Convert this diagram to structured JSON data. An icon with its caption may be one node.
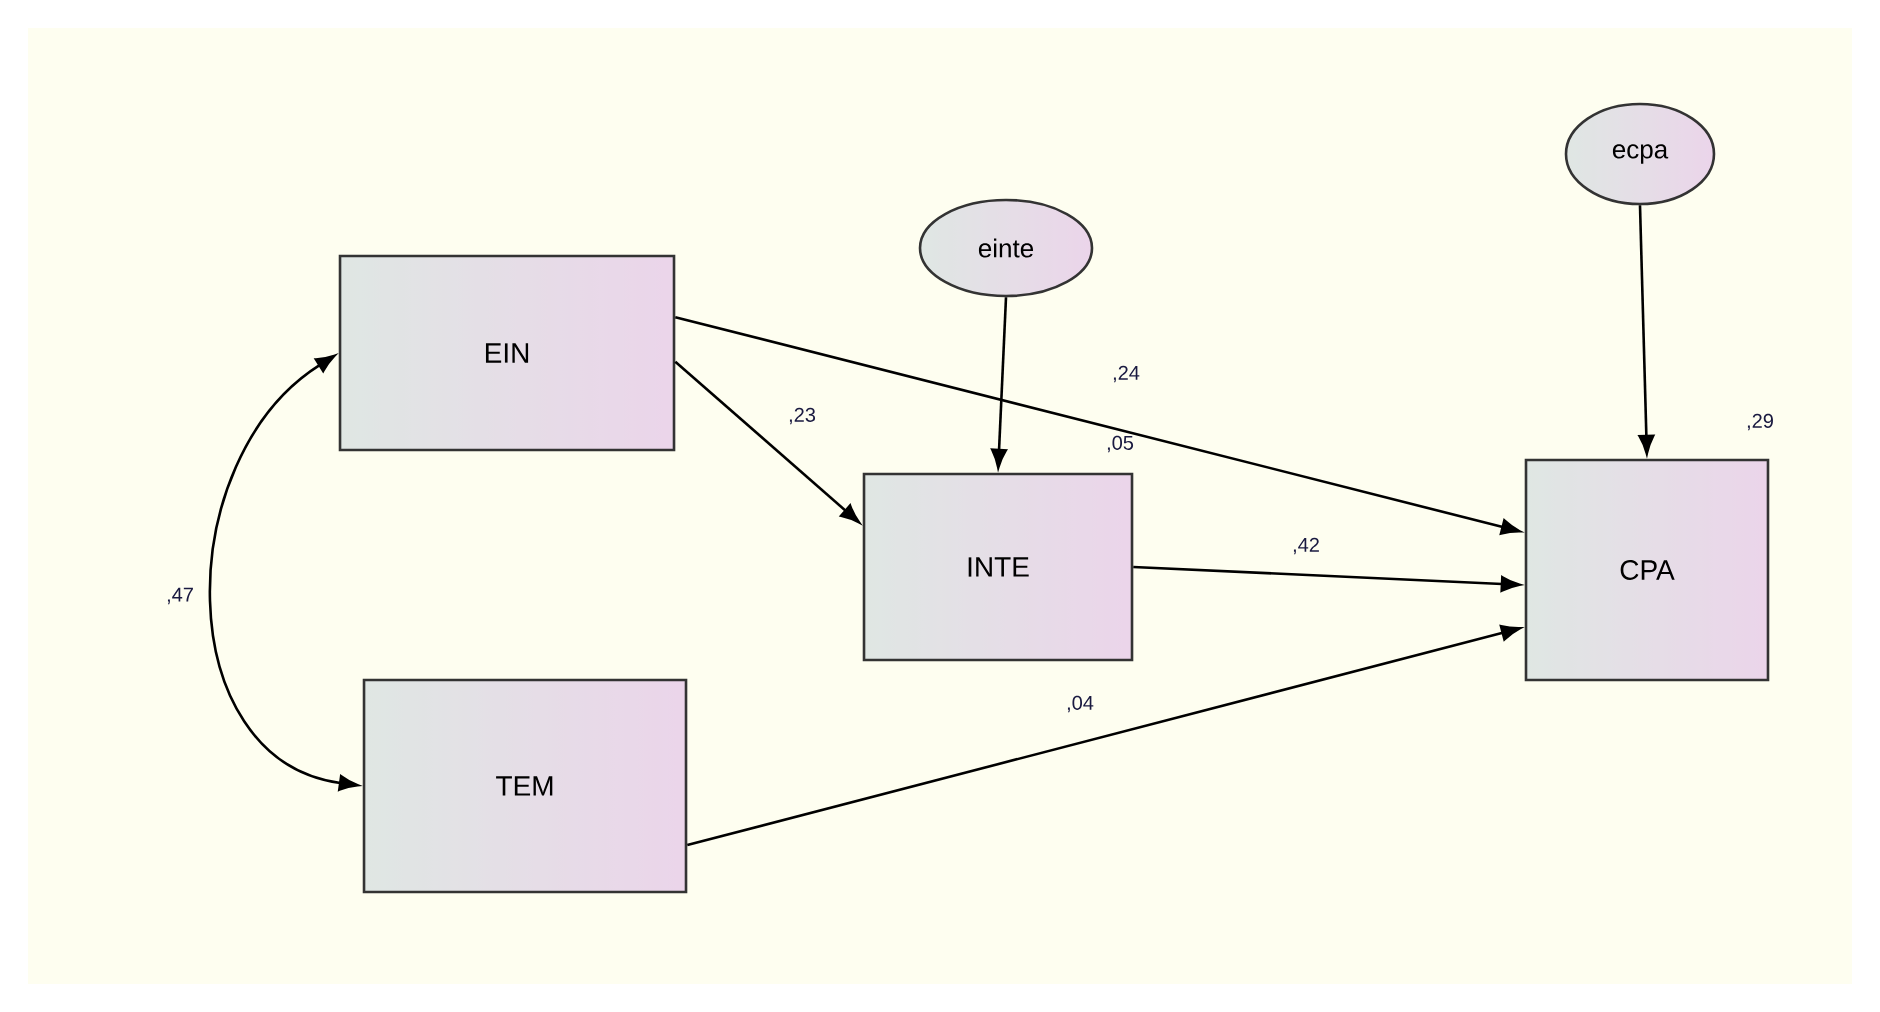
{
  "diagram": {
    "nodes": [
      {
        "text": [
          "EIN"
        ]
      },
      {
        "text": [
          "TEM"
        ]
      },
      {
        "text": [
          "einte"
        ]
      },
      {
        "text": [
          "INTE"
        ],
        "beside": [
          ",05"
        ]
      },
      {
        "text": [
          "ecpa"
        ]
      },
      {
        "text": [
          "CPA"
        ],
        "beside": [
          ",29"
        ]
      }
    ],
    "edges": [
      {
        "from": 0,
        "to": 1,
        "arrow": "both",
        "label": ",47"
      },
      {
        "from": 0,
        "to": 3,
        "arrow": "to",
        "label": ",23"
      },
      {
        "from": 0,
        "to": 5,
        "arrow": "to",
        "label": ",24"
      },
      {
        "from": 2,
        "to": 3,
        "arrow": "to"
      },
      {
        "from": 3,
        "to": 5,
        "arrow": "to",
        "label": ",42"
      },
      {
        "from": 1,
        "to": 5,
        "arrow": "to",
        "label": ",04"
      },
      {
        "from": 4,
        "to": 5,
        "arrow": "to"
      }
    ]
  }
}
